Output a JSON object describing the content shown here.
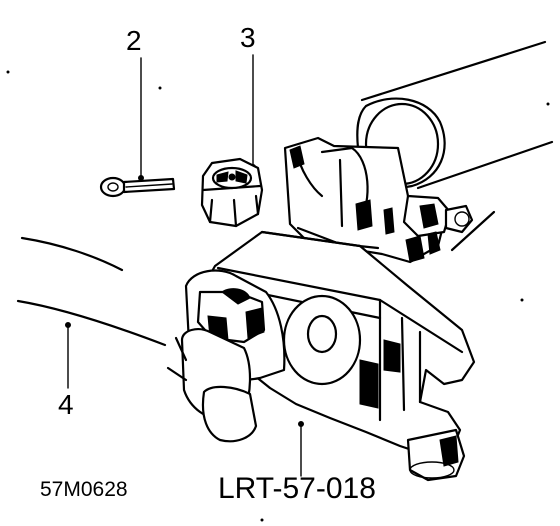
{
  "callouts": {
    "part_2": "2",
    "part_3": "3",
    "part_4": "4"
  },
  "codes": {
    "figure_code": "57M0628",
    "reference_code": "LRT-57-018"
  }
}
